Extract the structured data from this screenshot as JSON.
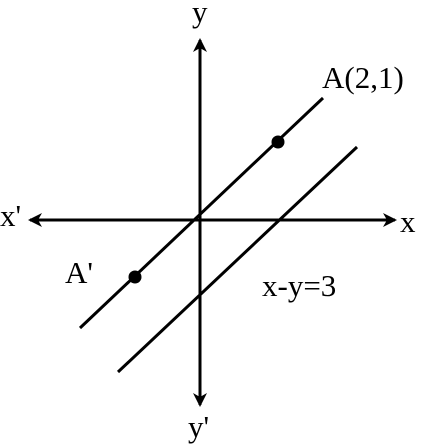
{
  "labels": {
    "y_top": "y",
    "y_bottom": "y'",
    "x_right": "x",
    "x_left": "x'",
    "point_a": "A(2,1)",
    "point_a_prime": "A'",
    "equation": "x-y=3"
  },
  "colors": {
    "ink": "#000000",
    "background": "#ffffff"
  }
}
